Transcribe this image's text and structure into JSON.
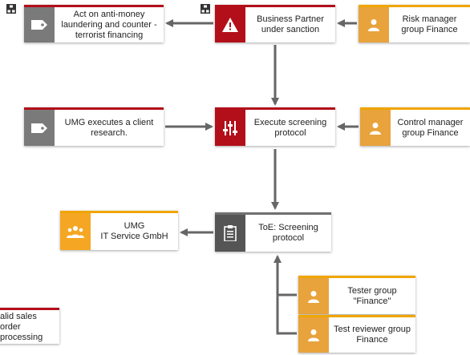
{
  "nodes": {
    "act_on_aml": {
      "label": "Act on anti-money laundering and counter -terrorist financing",
      "icon": "tag-icon",
      "color": "#7a7a7a"
    },
    "business_partner": {
      "label": "Business Partner under sanction",
      "icon": "warning-icon",
      "color": "#b30f1a"
    },
    "risk_manager": {
      "label": "Risk manager group Finance",
      "icon": "person-icon",
      "color": "#e8a33c"
    },
    "umg_executes": {
      "label": "UMG executes a client research.",
      "icon": "tag-icon",
      "color": "#7a7a7a"
    },
    "execute_screening": {
      "label": "Execute screening protocol",
      "icon": "sliders-icon",
      "color": "#b30f1a"
    },
    "control_manager": {
      "label": "Control manager group Finance",
      "icon": "person-icon",
      "color": "#e8a33c"
    },
    "umg_it": {
      "label": "UMG\nIT Service GmbH",
      "icon": "group-icon",
      "color": "#f5a623"
    },
    "toe_screening": {
      "label": "ToE: Screening protocol",
      "icon": "clipboard-icon",
      "color": "#555555"
    },
    "tester_group": {
      "label": "Tester group \"Finance\"",
      "icon": "person-icon",
      "color": "#e8a33c"
    },
    "test_reviewer": {
      "label": "Test reviewer group Finance",
      "icon": "person-icon",
      "color": "#e8a33c"
    },
    "invalid_sales": {
      "label": "alid sales order processing"
    }
  },
  "edge_color": "#666666"
}
